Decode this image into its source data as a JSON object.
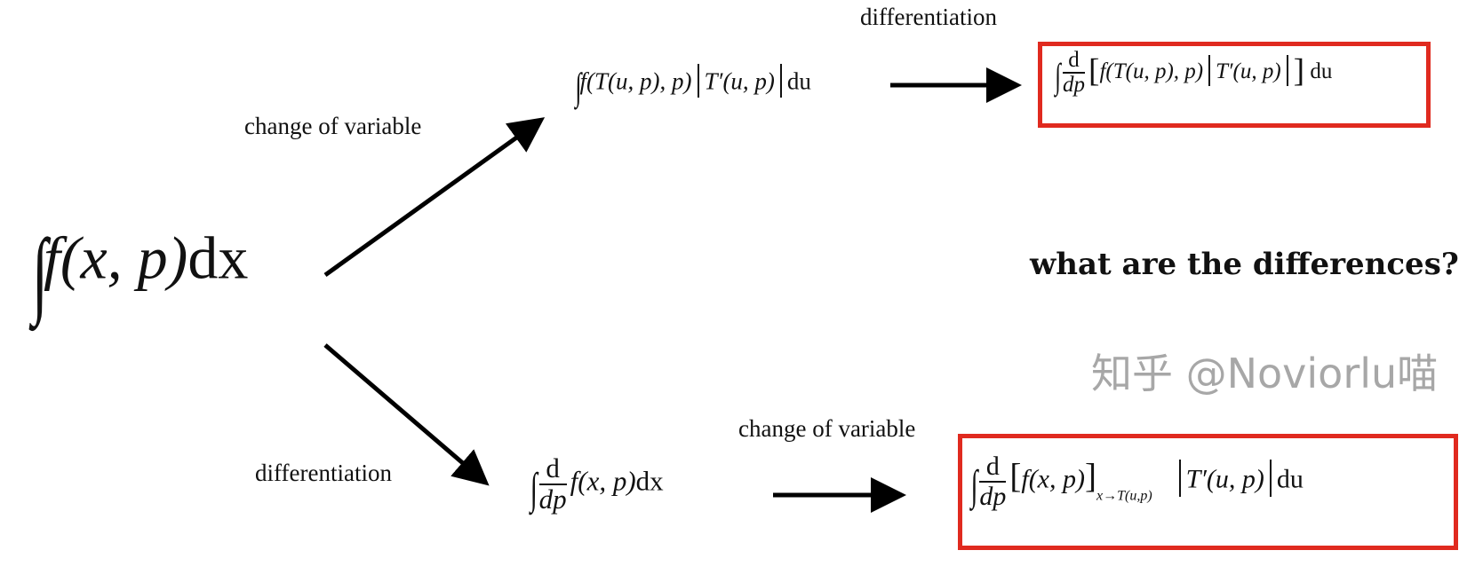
{
  "source_expression": {
    "integrand": "f(x, p)",
    "differential": "dx"
  },
  "upper_path": {
    "edge_label": "change of variable",
    "expression": {
      "integrand": "f(T(u, p), p)",
      "jacobian": "T′(u, p)",
      "differential": "du"
    },
    "second_edge_label": "differentiation",
    "result": {
      "numerator": "d",
      "denominator": "dp",
      "bracket_content": "f(T(u, p), p)",
      "jacobian": "T′(u, p)",
      "differential": "du"
    }
  },
  "lower_path": {
    "edge_label": "differentiation",
    "expression": {
      "numerator": "d",
      "denominator": "dp",
      "integrand": "f(x, p)",
      "differential": "dx"
    },
    "second_edge_label": "change of variable",
    "result": {
      "numerator": "d",
      "denominator": "dp",
      "bracket_content": "f(x, p)",
      "substitution": "x→T(u,p)",
      "jacobian": "T′(u, p)",
      "differential": "du"
    }
  },
  "question": "what are the differences?",
  "watermark": "知乎 @Noviorlu喵",
  "colors": {
    "highlight_box": "#e02a1f",
    "text": "#111111"
  }
}
